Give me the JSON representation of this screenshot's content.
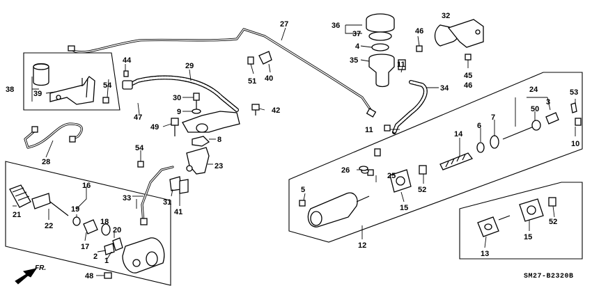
{
  "diagram_code": "SM27-B2320B",
  "direction_label": "FR.",
  "callouts": {
    "c1": "1",
    "c2": "2",
    "c3": "3",
    "c4": "4",
    "c5": "5",
    "c6": "6",
    "c7": "7",
    "c8": "8",
    "c9": "9",
    "c10": "10",
    "c11a": "11",
    "c11b": "11",
    "c12": "12",
    "c13": "13",
    "c14": "14",
    "c15a": "15",
    "c15b": "15",
    "c16": "16",
    "c17": "17",
    "c18": "18",
    "c19": "19",
    "c20": "20",
    "c21": "21",
    "c22": "22",
    "c23": "23",
    "c24": "24",
    "c25": "25",
    "c26": "26",
    "c27": "27",
    "c28": "28",
    "c29": "29",
    "c30": "30",
    "c31": "31",
    "c32": "32",
    "c33": "33",
    "c34": "34",
    "c35": "35",
    "c36": "36",
    "c37": "37",
    "c38": "38",
    "c39": "39",
    "c40": "40",
    "c41": "41",
    "c42": "42",
    "c44": "44",
    "c45": "45",
    "c46a": "46",
    "c46b": "46",
    "c47": "47",
    "c48": "48",
    "c49": "49",
    "c50": "50",
    "c51": "51",
    "c52a": "52",
    "c52b": "52",
    "c53": "53",
    "c54a": "54",
    "c54b": "54"
  }
}
